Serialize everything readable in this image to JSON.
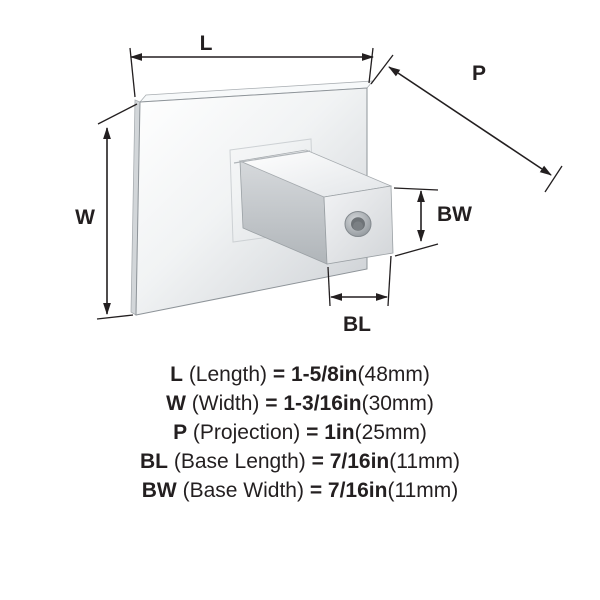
{
  "colors": {
    "ink": "#231f20",
    "chrome_light": "#ffffff",
    "chrome_mid": "#dadde0",
    "chrome_dark": "#b4b9bd"
  },
  "diagram": {
    "labels": {
      "length": "L",
      "projection": "P",
      "width": "W",
      "base_width": "BW",
      "base_length": "BL"
    }
  },
  "specs": [
    {
      "code": "L",
      "desc": "(Length)",
      "value": "= 1-5/8in",
      "metric": "(48mm)"
    },
    {
      "code": "W",
      "desc": "(Width)",
      "value": "= 1-3/16in",
      "metric": "(30mm)"
    },
    {
      "code": "P",
      "desc": "(Projection)",
      "value": "= 1in",
      "metric": "(25mm)"
    },
    {
      "code": "BL",
      "desc": "(Base Length)",
      "value": "= 7/16in",
      "metric": "(11mm)"
    },
    {
      "code": "BW",
      "desc": "(Base Width)",
      "value": "= 7/16in",
      "metric": "(11mm)"
    }
  ]
}
